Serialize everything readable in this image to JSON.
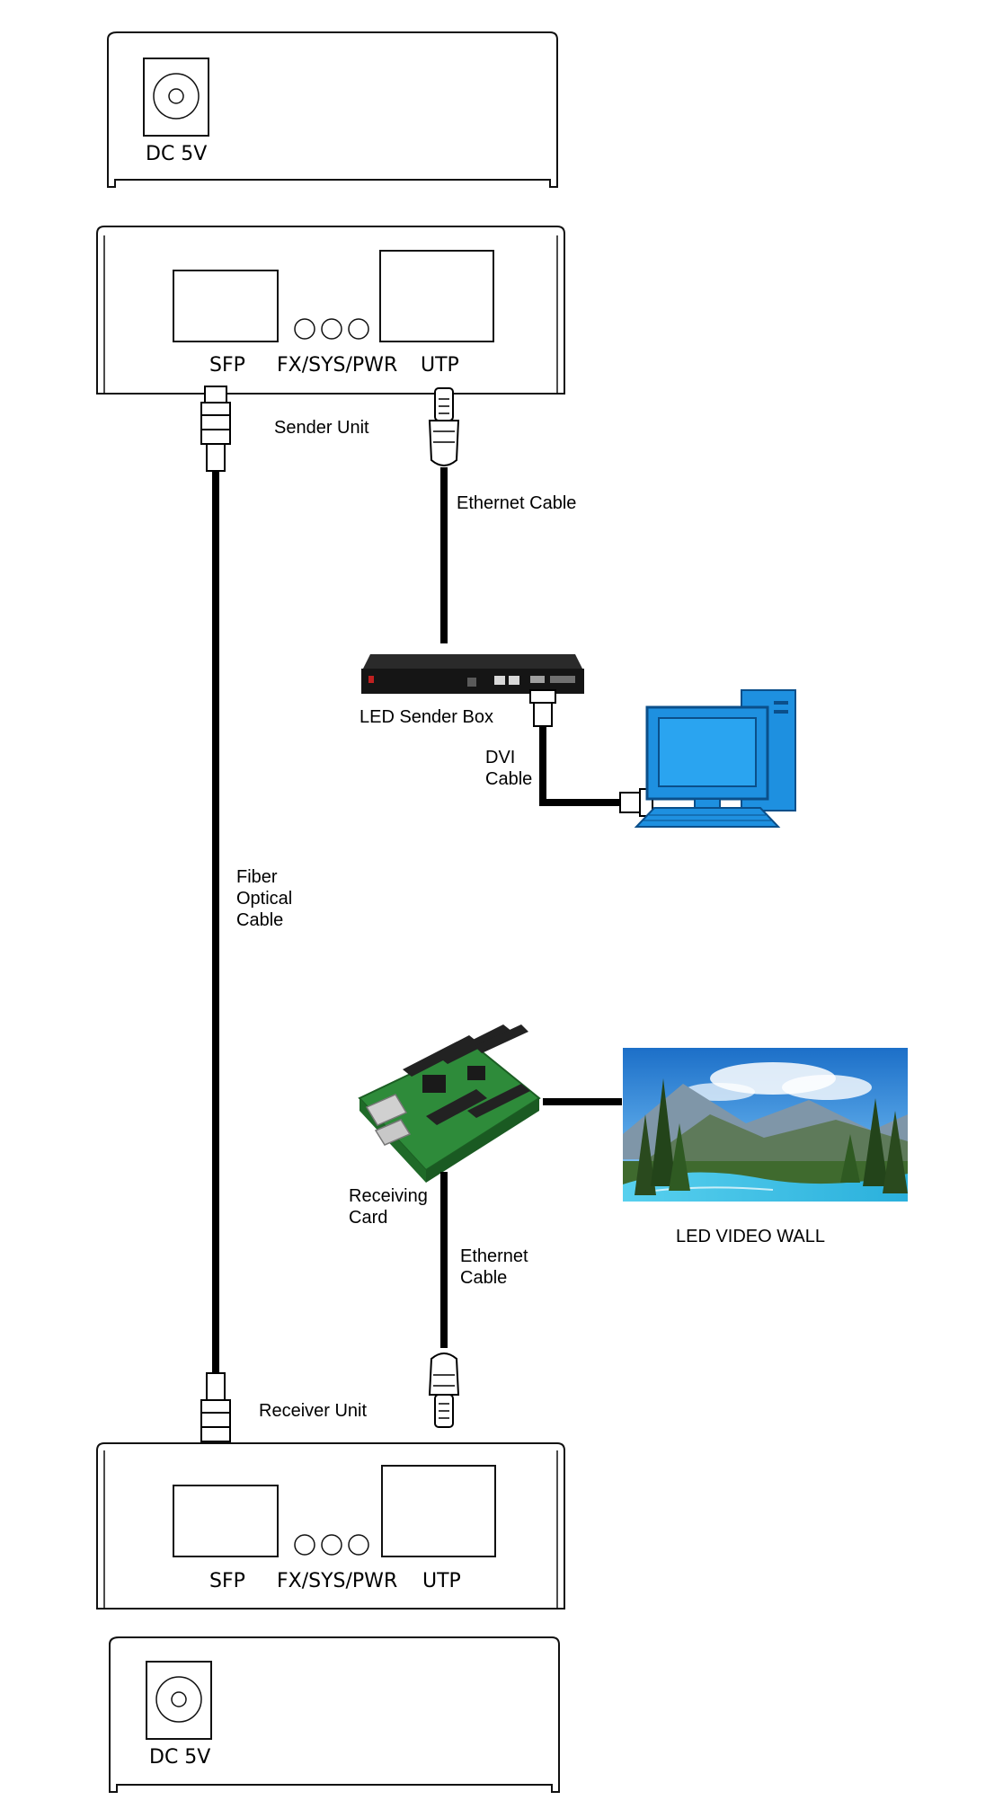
{
  "top_psu": {
    "port_label": "DC 5V"
  },
  "sender_unit": {
    "caption": "Sender Unit",
    "sfp_label": "SFP",
    "led_label": "FX/SYS/PWR",
    "utp_label": "UTP"
  },
  "sender_ethernet": {
    "label": "Ethernet Cable"
  },
  "led_sender_box": {
    "label": "LED Sender Box"
  },
  "dvi_cable": {
    "line1": "DVI",
    "line2": "Cable"
  },
  "fiber_cable": {
    "line1": "Fiber",
    "line2": "Optical",
    "line3": "Cable"
  },
  "receiving_card": {
    "line1": "Receiving",
    "line2": "Card"
  },
  "led_video_wall": {
    "label": "LED VIDEO WALL"
  },
  "receiver_ethernet": {
    "line1": "Ethernet",
    "line2": "Cable"
  },
  "receiver_unit": {
    "caption": "Receiver Unit",
    "sfp_label": "SFP",
    "led_label": "FX/SYS/PWR",
    "utp_label": "UTP"
  },
  "bottom_psu": {
    "port_label": "DC 5V"
  },
  "colors": {
    "monitor_blue": "#1e90e0",
    "pcb_green": "#2e8b3a",
    "sky_blue": "#3a8fd8",
    "water_cyan": "#3cc8e8",
    "forest_green": "#2f6b2a"
  }
}
